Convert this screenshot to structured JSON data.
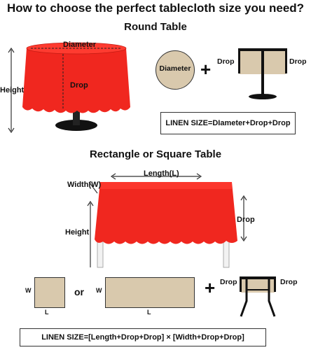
{
  "title": "How to choose the perfect tablecloth size you need?",
  "round": {
    "heading": "Round Table",
    "labels": {
      "diameter": "Diameter",
      "drop": "Drop",
      "height": "Height"
    },
    "icon": {
      "diameter": "Diameter",
      "plus": "+",
      "drop_left": "Drop",
      "drop_right": "Drop"
    },
    "formula": "LINEN SIZE=DIameter+Drop+Drop"
  },
  "rect": {
    "heading": "Rectangle  or  Square Table",
    "labels": {
      "length": "Length(L)",
      "width": "Width(W)",
      "height": "Height",
      "drop": "Drop"
    },
    "icons": {
      "w1": "W",
      "l1": "L",
      "or": "or",
      "w2": "W",
      "l2": "L",
      "plus": "+",
      "drop_left": "Drop",
      "drop_right": "Drop"
    },
    "formula": "LINEN SIZE=[Length+Drop+Drop] × [Width+Drop+Drop]"
  },
  "colors": {
    "cloth": "#f0271f",
    "tan": "#d9c9ad",
    "dark": "#111111"
  }
}
